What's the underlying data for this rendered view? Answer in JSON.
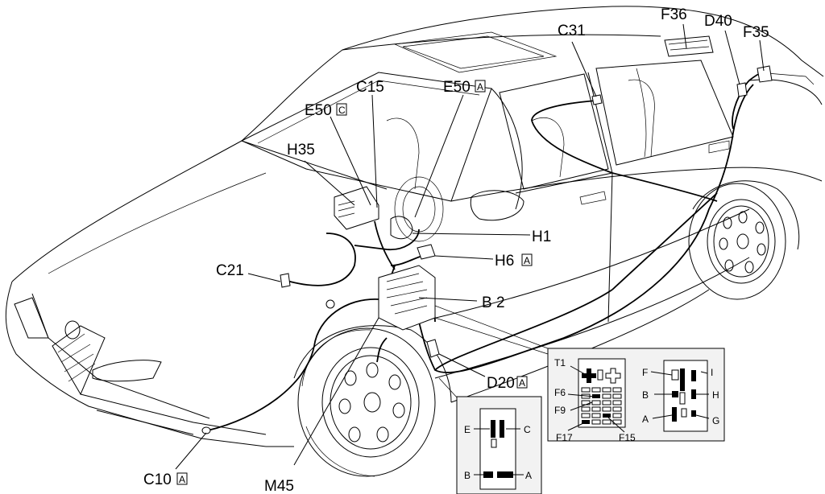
{
  "labels": {
    "F36": "F36",
    "D40": "D40",
    "F35": "F35",
    "C31": "C31",
    "C15": "C15",
    "E50": "E50",
    "E50_suffix": "A",
    "E50C": "E50",
    "E50C_suffix": "C",
    "H35": "H35",
    "H1": "H1",
    "H6": "H6",
    "H6_suffix": "A",
    "C21": "C21",
    "B2": "B 2",
    "D20": "D20",
    "D20_suffix": "A",
    "C10": "C10",
    "C10_suffix": "A",
    "M45": "M45"
  },
  "inset_fusebox": {
    "T1": "T1",
    "F6": "F6",
    "F9": "F9",
    "F17": "F17",
    "F15": "F15"
  },
  "inset_relay": {
    "F": "F",
    "I": "I",
    "B": "B",
    "H": "H",
    "A": "A",
    "G": "G"
  },
  "inset_connector": {
    "E": "E",
    "C": "C",
    "B": "B",
    "A": "A"
  }
}
